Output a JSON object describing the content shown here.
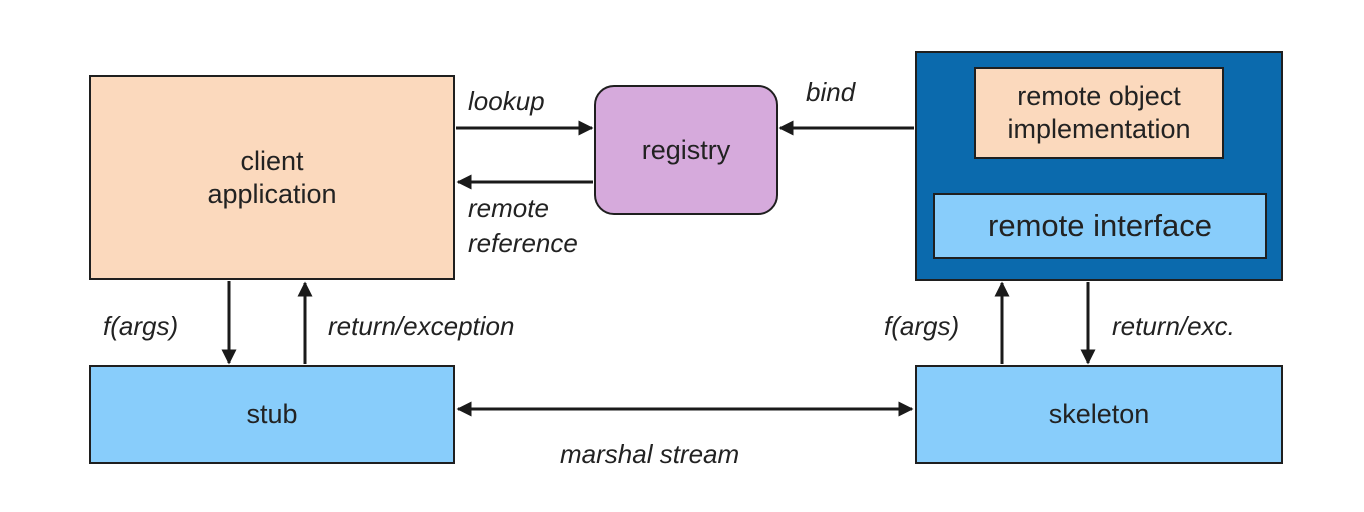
{
  "nodes": {
    "client": "client\napplication",
    "registry": "registry",
    "remote_object_implementation": "remote object\nimplementation",
    "remote_interface": "remote interface",
    "stub": "stub",
    "skeleton": "skeleton"
  },
  "edges": {
    "lookup": "lookup",
    "remote_reference": "remote\nreference",
    "bind": "bind",
    "client_call": "f(args)",
    "client_return": "return/exception",
    "server_call": "f(args)",
    "server_return": "return/exc.",
    "marshal_stream": "marshal stream"
  },
  "colors": {
    "client_fill": "#fbd9bd",
    "registry_fill": "#d6aadc",
    "server_fill": "#0b6aad",
    "interface_fill": "#88cdfb",
    "line": "#1a1a1a"
  }
}
